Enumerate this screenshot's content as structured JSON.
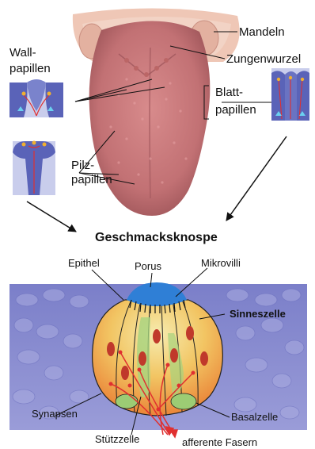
{
  "labels": {
    "mandeln": "Mandeln",
    "zungenwurzel": "Zungenwurzel",
    "wallpapillen_1": "Wall-",
    "wallpapillen_2": "papillen",
    "blattpapillen_1": "Blatt-",
    "blattpapillen_2": "papillen",
    "pilzpapillen_1": "Pilz-",
    "pilzpapillen_2": "papillen",
    "geschmacksknospe": "Geschmacksknospe",
    "epithel": "Epithel",
    "porus": "Porus",
    "mikrovilli": "Mikrovilli",
    "sinneszelle": "Sinneszelle",
    "synapsen": "Synapsen",
    "basalzelle": "Basalzelle",
    "stuetzzelle": "Stützzelle",
    "afferente_fasern": "afferente Fasern"
  },
  "colors": {
    "tongue": "#c9787a",
    "tongue_dark": "#a85a5e",
    "throat": "#efc9b9",
    "epithel": "#8d8fd0",
    "porus": "#2f7fd6",
    "bud_yellow": "#f3e49a",
    "bud_orange": "#ee9a3a",
    "cell_green": "#9fcf7a",
    "nucleus": "#c0392b",
    "nerve": "#e03030",
    "papilla_blue": "#5a63b8"
  }
}
